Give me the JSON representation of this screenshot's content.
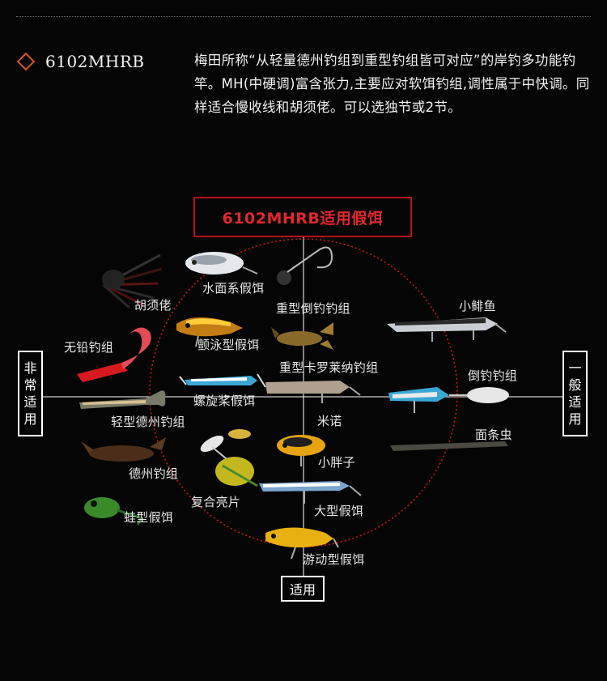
{
  "header": {
    "model": "6102MHRB",
    "description": "梅田所称“从轻量德州钓组到重型钓组皆可对应”的岸钓多功能钓竿。MH(中硬调)富含张力,主要应对软饵钓组,调性属于中快调。同样适合慢收线和胡须佬。可以选独节或2节。"
  },
  "diagram": {
    "title": "6102MHRB适用假饵",
    "axes": {
      "left": [
        "非",
        "常",
        "适",
        "用"
      ],
      "right": [
        "一",
        "般",
        "适",
        "用"
      ],
      "bottom": "适用"
    },
    "lures": [
      "水面系假饵",
      "胡须佬",
      "重型倒钓钓组",
      "小鲱鱼",
      "颤泳型假饵",
      "无铅钓组",
      "重型卡罗莱纳钓组",
      "倒钓钓组",
      "螺旋桨假饵",
      "轻型德州钓组",
      "米诺",
      "面条虫",
      "小胖子",
      "德州钓组",
      "复合亮片",
      "大型假饵",
      "蛙型假饵",
      "游动型假饵"
    ],
    "colors": {
      "accent": "#e3262c",
      "ring": "#c8141e",
      "axis": "#ffffff"
    }
  }
}
